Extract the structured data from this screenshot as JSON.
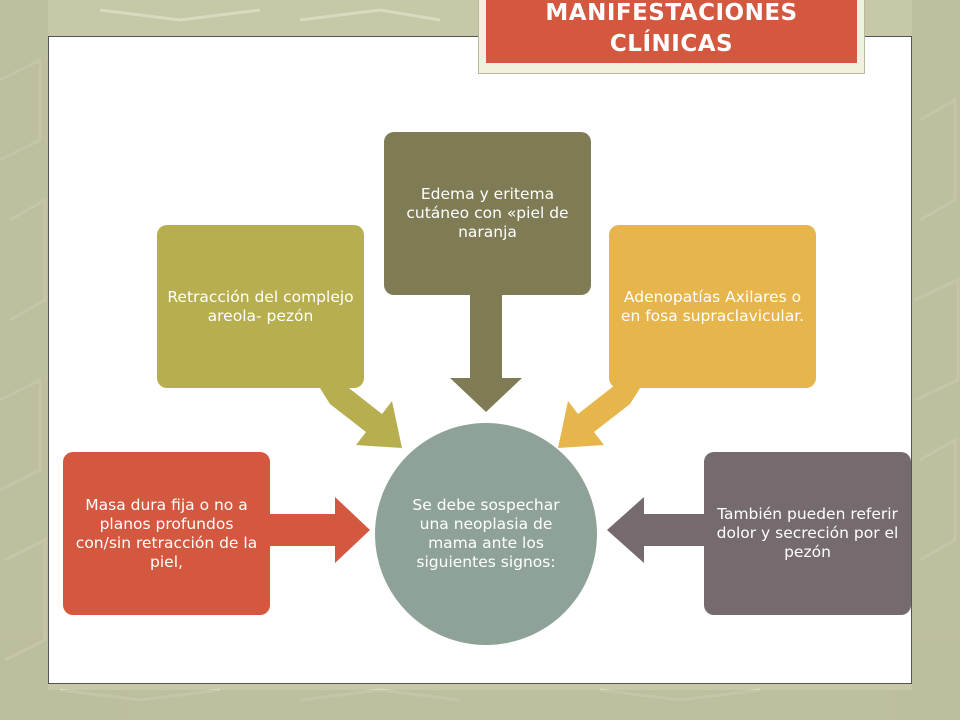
{
  "title": "MANIFESTACIONES CLÍNICAS",
  "diagram": {
    "center": "Se debe sospechar una neoplasia de mama ante los siguientes signos:",
    "nodes": [
      "Masa dura fija o no a planos profundos con/sin retracción de la piel,",
      "Retracción del complejo areola- pezón",
      "Edema y eritema cutáneo con «piel de naranja",
      "Adenopatías Axilares o en fosa supraclavicular.",
      "También pueden referir dolor y secreción por el pezón"
    ]
  },
  "colors": {
    "title_bg": "#d4573f",
    "center": "#8fa297",
    "node_red": "#d4573f",
    "node_olive": "#b7ae4f",
    "node_dark_olive": "#7f7c55",
    "node_gold": "#e6b54b",
    "node_mauve": "#756a6e"
  }
}
